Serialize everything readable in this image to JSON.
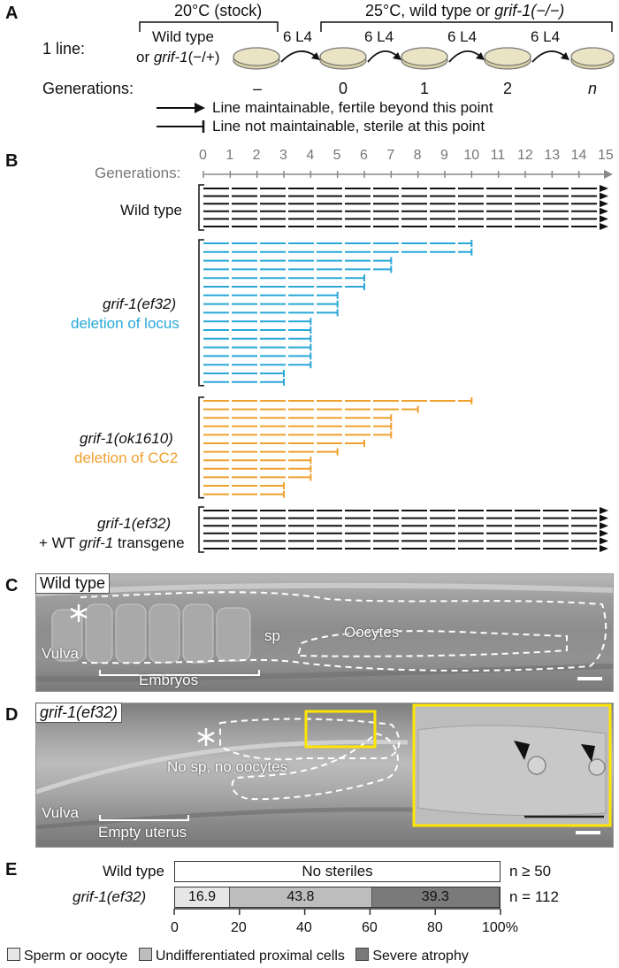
{
  "panels": {
    "a": "A",
    "b": "B",
    "c": "C",
    "d": "D",
    "e": "E"
  },
  "panelA": {
    "stock_header": "20°C (stock)",
    "exp_header_prefix": "25°C, wild type or ",
    "exp_header_genotype": "grif-1(−/−)",
    "line_label": "1 line:",
    "stock_geno_line1": "Wild type",
    "stock_geno_prefix": "or ",
    "stock_geno_italic": "grif-1",
    "stock_geno_suffix": "(−/+)",
    "transfer_label": "6 L4",
    "generations_label": "Generations:",
    "generations": [
      "–",
      "0",
      "1",
      "2",
      "n"
    ],
    "legend_maintainable": "Line maintainable, fertile beyond this point",
    "legend_sterile": "Line not maintainable, sterile at this point"
  },
  "panelB": {
    "axis_label": "Generations:",
    "axis_ticks": [
      "0",
      "1",
      "2",
      "3",
      "4",
      "5",
      "6",
      "7",
      "8",
      "9",
      "10",
      "11",
      "12",
      "13",
      "14",
      "15"
    ],
    "groups": [
      {
        "name": "Wild type",
        "subtitle": ""
      },
      {
        "name": "grif-1(ef32)",
        "subtitle": "deletion of locus"
      },
      {
        "name": "grif-1(ok1610)",
        "subtitle": "deletion of CC2"
      },
      {
        "name": "grif-1(ef32)",
        "subtitle_prefix": "+ WT ",
        "subtitle_italic": "grif-1",
        "subtitle_suffix": " transgene"
      }
    ],
    "colors": {
      "wt": "#111111",
      "ef32": "#29a8d8",
      "ok1610": "#f0a02e",
      "rescue": "#111111"
    }
  },
  "chart_data": {
    "type": "bar",
    "title": "",
    "xlabel": "Generations",
    "xlim": [
      0,
      15
    ],
    "groups": [
      {
        "name": "Wild type",
        "outcome": "maintainable",
        "values": [
          15,
          15,
          15,
          15,
          15,
          15
        ]
      },
      {
        "name": "grif-1(ef32)",
        "outcome": "sterile",
        "values": [
          10,
          10,
          7,
          7,
          6,
          6,
          5,
          5,
          5,
          4,
          4,
          4,
          4,
          4,
          4,
          3,
          3
        ]
      },
      {
        "name": "grif-1(ok1610)",
        "outcome": "sterile",
        "values": [
          10,
          8,
          7,
          7,
          7,
          6,
          5,
          4,
          4,
          4,
          3,
          3
        ]
      },
      {
        "name": "grif-1(ef32) + WT grif-1 transgene",
        "outcome": "maintainable",
        "values": [
          15,
          15,
          15,
          15,
          15,
          15
        ]
      }
    ]
  },
  "panelC": {
    "title": "Wild type",
    "labels": {
      "vulva": "Vulva",
      "sp": "sp",
      "oocytes": "Oocytes",
      "embryos": "Embryos"
    }
  },
  "panelD": {
    "title": "grif-1(ef32)",
    "labels": {
      "vulva": "Vulva",
      "no_sp": "No sp, no oocytes",
      "empty_uterus": "Empty uterus"
    }
  },
  "panelE": {
    "rows": [
      {
        "label": "Wild type",
        "bar_text": "No steriles",
        "n_label": "n ≥ 50"
      },
      {
        "label": "grif-1(ef32)",
        "segments": [
          {
            "name": "Sperm or oocyte",
            "value": 16.9,
            "color": "#e6e6e6"
          },
          {
            "name": "Undifferentiated proximal cells",
            "value": 43.8,
            "color": "#bdbdbd"
          },
          {
            "name": "Severe atrophy",
            "value": 39.3,
            "color": "#7a7a7a"
          }
        ],
        "n_label": "n = 112"
      }
    ],
    "ticks": [
      "0",
      "20",
      "40",
      "60",
      "80",
      "100%"
    ],
    "legend": [
      "Sperm or oocyte",
      "Undifferentiated proximal cells",
      "Severe atrophy"
    ]
  }
}
